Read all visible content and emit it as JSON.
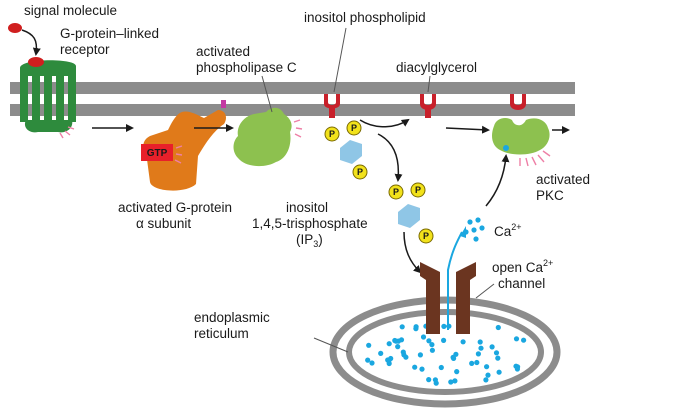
{
  "labels": {
    "signal_molecule": "signal molecule",
    "receptor_line1": "G-protein–linked",
    "receptor_line2": "receptor",
    "plc_line1": "activated",
    "plc_line2": "phospholipase C",
    "inositol_phospholipid": "inositol phospholipid",
    "diacylglycerol": "diacylglycerol",
    "gprotein_line1": "activated G-protein",
    "gprotein_line2": "α subunit",
    "gtp": "GTP",
    "ip3_line1": "inositol",
    "ip3_line2": "1,4,5-trisphosphate",
    "ip3_line3_prefix": "(IP",
    "ip3_line3_sub": "3",
    "ip3_line3_suffix": ")",
    "pkc_line1": "activated",
    "pkc_line2": "PKC",
    "ca_base": "Ca",
    "ca_sup": "2+",
    "channel_line1_base": "open Ca",
    "channel_line1_sup": "2+",
    "channel_line2": "channel",
    "er_line1": "endoplasmic",
    "er_line2": "reticulum",
    "phosphate": "P"
  },
  "colors": {
    "membrane": "#8c8c8c",
    "receptor": "#2e8b3d",
    "signal": "#d01f1f",
    "g_protein": "#e07a1a",
    "gtp_box": "#e8202a",
    "plc": "#8dc14f",
    "pkc": "#8dc14f",
    "phospholipid": "#c8202a",
    "ip3_ring": "#8fc6e6",
    "phosphate": "#f2e21b",
    "channel": "#6b3520",
    "calcium": "#1aa7e0",
    "activation_spikes": "#ee7fa6"
  }
}
